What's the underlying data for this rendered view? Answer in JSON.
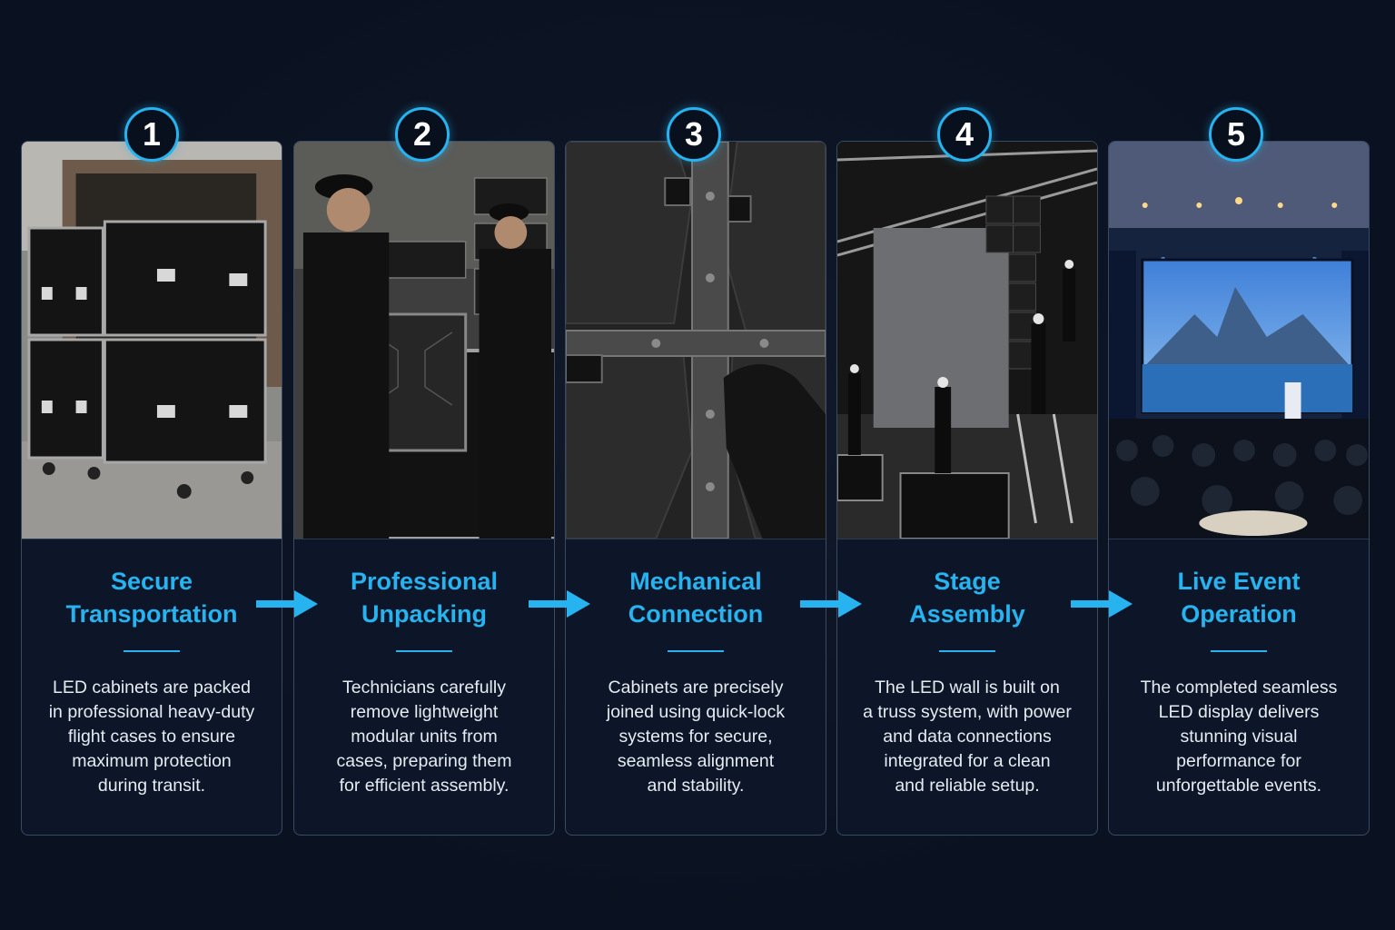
{
  "colors": {
    "accent": "#27b3f0",
    "background": "#0a1120",
    "card": "#0c1628",
    "border": "#3a4a60"
  },
  "steps": [
    {
      "number": "1",
      "title": [
        "Secure",
        "Transportation"
      ],
      "description": [
        "LED cabinets are packed",
        "in professional heavy-duty",
        "flight cases to ensure",
        "maximum protection",
        "during transit."
      ]
    },
    {
      "number": "2",
      "title": [
        "Professional",
        "Unpacking"
      ],
      "description": [
        "Technicians carefully",
        "remove lightweight",
        "modular units from",
        "cases, preparing them",
        "for efficient assembly."
      ]
    },
    {
      "number": "3",
      "title": [
        "Mechanical",
        "Connection"
      ],
      "description": [
        "Cabinets are precisely",
        "joined using quick-lock",
        "systems for secure,",
        "seamless alignment",
        "and stability."
      ]
    },
    {
      "number": "4",
      "title": [
        "Stage",
        "Assembly"
      ],
      "description": [
        "The LED wall is built on",
        "a truss system, with power",
        "and data connections",
        "integrated for a clean",
        "and reliable setup."
      ]
    },
    {
      "number": "5",
      "title": [
        "Live Event",
        "Operation"
      ],
      "description": [
        "The completed seamless",
        "LED display delivers",
        "stunning visual",
        "performance for",
        "unforgettable events."
      ]
    }
  ],
  "icons": {
    "arrow": "arrow-right-icon"
  }
}
